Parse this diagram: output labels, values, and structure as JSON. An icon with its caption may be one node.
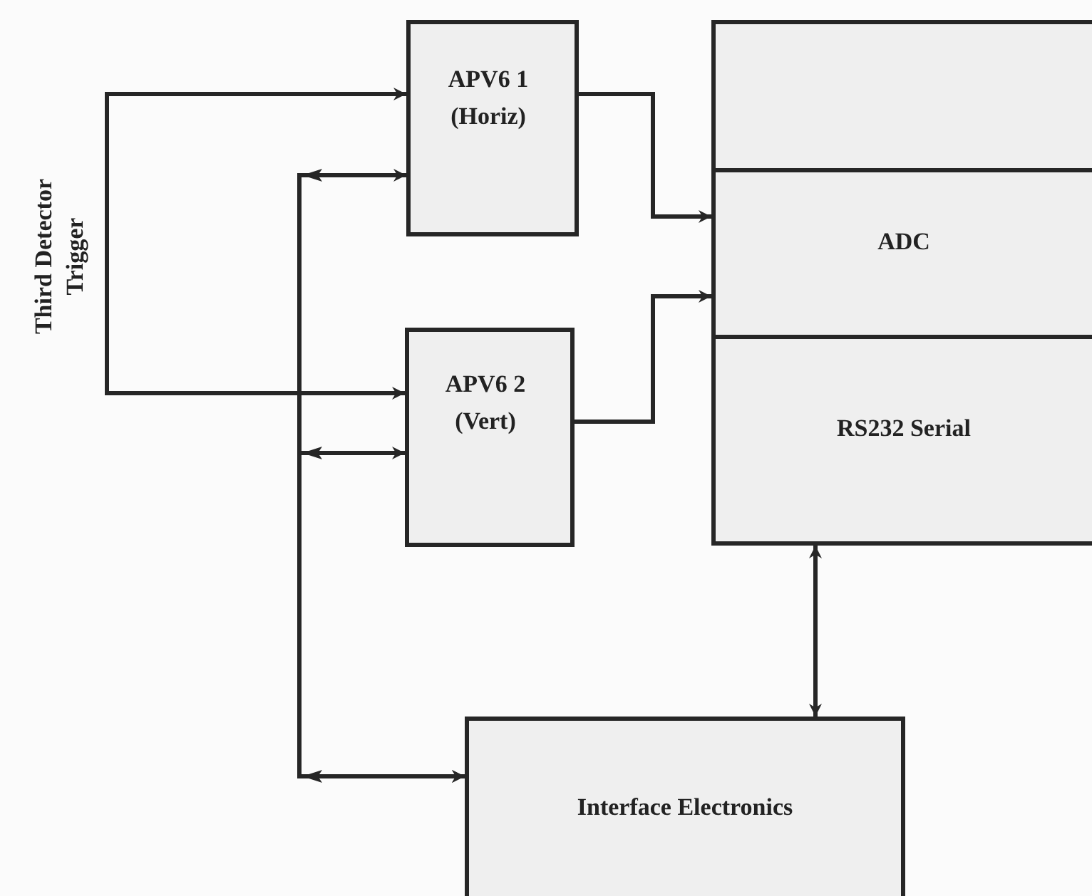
{
  "diagram": {
    "nodes": [
      {
        "text": [
          "Third Detector Trigger"
        ]
      },
      {
        "text": [
          "APV6 1 (Horiz)"
        ]
      },
      {
        "text": [
          "APV6 2 (Vert)"
        ]
      },
      {
        "text": [],
        "shape": "box"
      },
      {
        "text": [
          "ADC"
        ],
        "in": 3
      },
      {
        "text": [
          "RS232 Serial"
        ],
        "in": 3
      },
      {
        "text": [
          "Interface Electronics"
        ]
      }
    ],
    "edges": [
      {
        "from": 0,
        "to": 1,
        "arrow": "to"
      },
      {
        "from": 0,
        "to": 2,
        "arrow": "to"
      },
      {
        "from": 1,
        "to": 4,
        "arrow": "to"
      },
      {
        "from": 2,
        "to": 4,
        "arrow": "to"
      },
      {
        "from": 6,
        "to": 1,
        "arrow": "both"
      },
      {
        "from": 6,
        "to": 2,
        "arrow": "both"
      },
      {
        "from": 5,
        "to": 6,
        "arrow": "both"
      }
    ]
  }
}
